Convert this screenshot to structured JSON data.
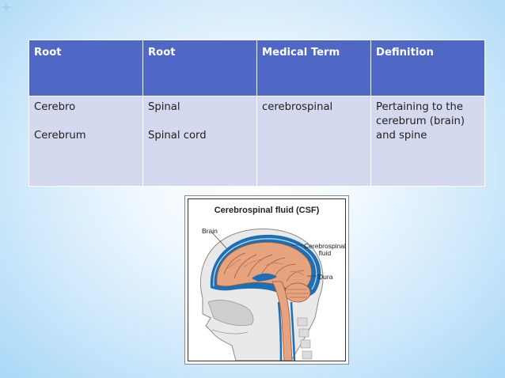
{
  "table": {
    "headers": [
      "Root",
      "Root",
      "Medical Term",
      "Definition"
    ],
    "row": {
      "root1_line1": "Cerebro",
      "root1_line2": "Cerebrum",
      "root2_line1": "Spinal",
      "root2_line2": "Spinal cord",
      "medical_term": "cerebrospinal",
      "definition": "Pertaining to the cerebrum (brain) and spine"
    }
  },
  "figure": {
    "title": "Cerebrospinal fluid (CSF)",
    "label_brain": "Brain",
    "label_csf_line1": "Cerebrospinal",
    "label_csf_line2": "fluid",
    "label_dura": "Dura"
  },
  "colors": {
    "header_bg": "#4f67c5",
    "cell_bg": "#d5d9ef",
    "csf_blue": "#1f6fb2",
    "brain_pink": "#e7a27e"
  }
}
